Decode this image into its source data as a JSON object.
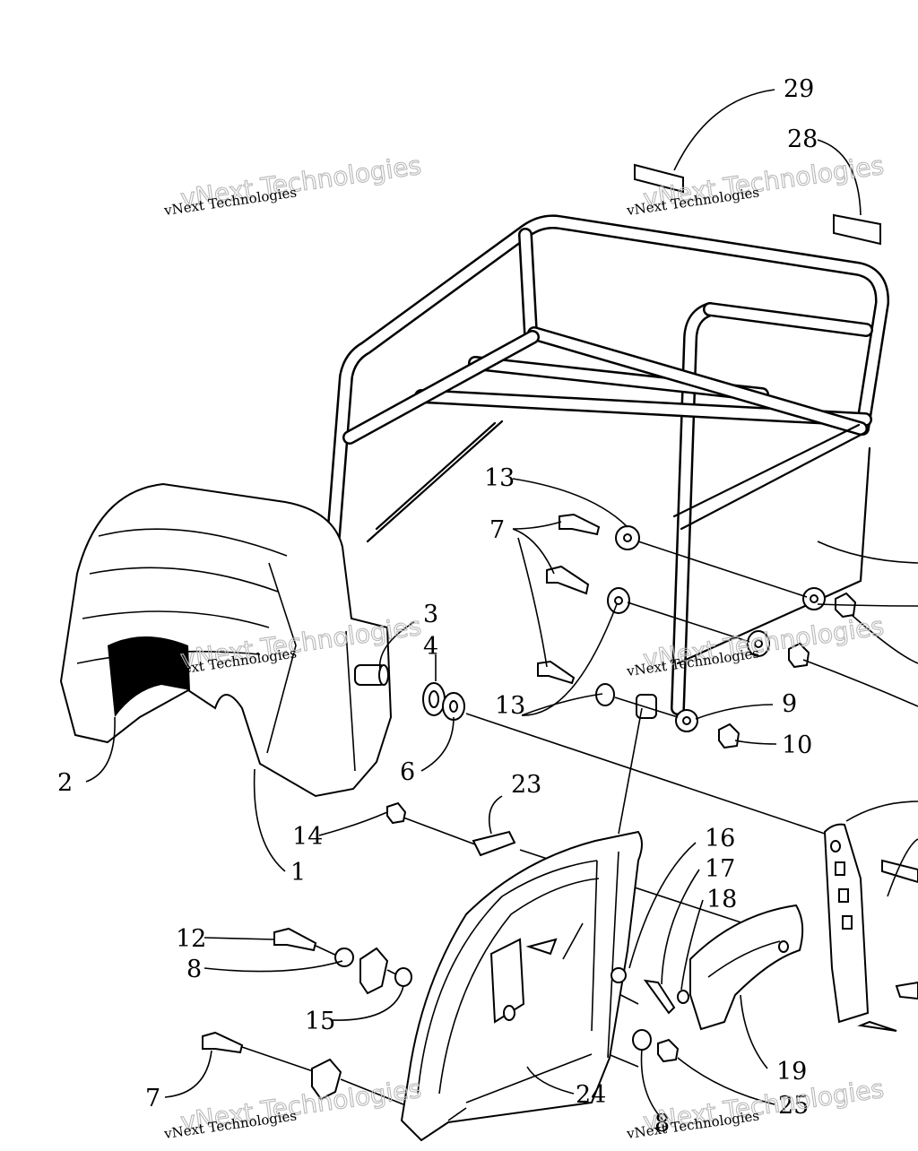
{
  "diagram": {
    "watermark_line1": "vNext Technologies",
    "watermark_line2": "vNext\nTechnologies",
    "callouts": [
      "29",
      "28",
      "13",
      "7",
      "3",
      "4",
      "2",
      "6",
      "1",
      "13",
      "9",
      "10",
      "14",
      "23",
      "16",
      "17",
      "18",
      "12",
      "8",
      "15",
      "19",
      "7",
      "24",
      "25",
      "8"
    ]
  }
}
